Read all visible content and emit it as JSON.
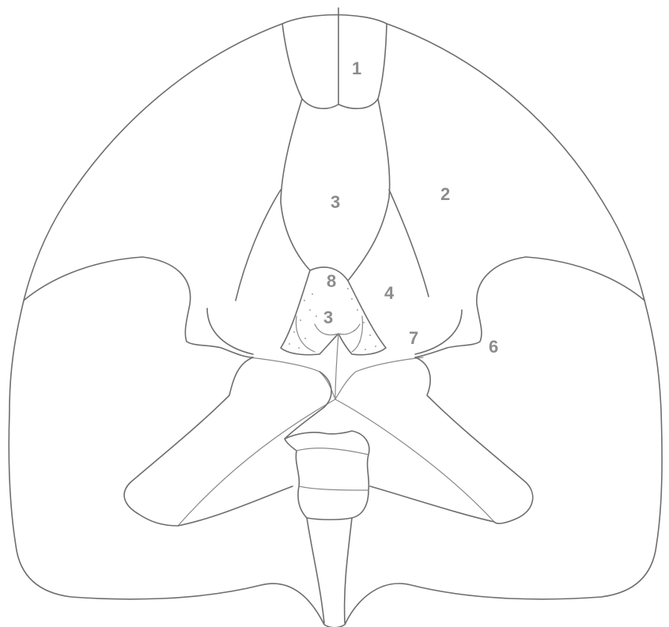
{
  "labels": {
    "l1": "1",
    "l2": "2",
    "l3_upper": "3",
    "l8": "8",
    "l3_lower": "3",
    "l4": "4",
    "l7": "7",
    "l6": "6"
  },
  "colors": {
    "line": "#6e6e6e",
    "label": "#8c8c8c",
    "background": "#ffffff"
  }
}
